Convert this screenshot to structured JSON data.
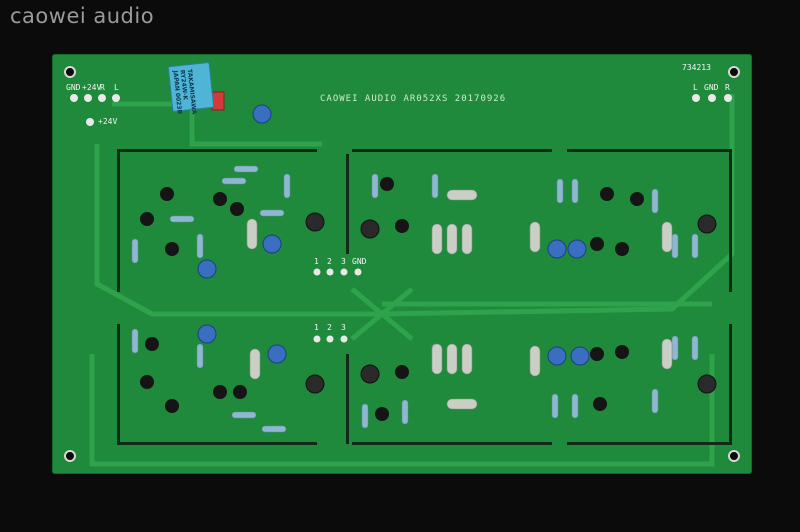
{
  "watermark": "caowei audio",
  "board": {
    "serial": "734213",
    "title": "CAOWEI AUDIO AR052XS 20170926",
    "left_header": [
      "GND",
      "+24V",
      "R",
      "L"
    ],
    "left_header_2": "+24V",
    "right_header": [
      "L",
      "GND",
      "R"
    ],
    "mid_pins_top": [
      "1",
      "2",
      "3",
      "GND"
    ],
    "mid_pins_bottom": [
      "1",
      "2",
      "3"
    ],
    "relay_text": [
      "TAKAMISAWA",
      "RY24W-K",
      "JAPAN 0023B"
    ]
  },
  "colors": {
    "pcb": "#1f8a3c",
    "trace": "#2fa34c",
    "silk": "#f4f4f4",
    "background": "#0b0b0b"
  }
}
